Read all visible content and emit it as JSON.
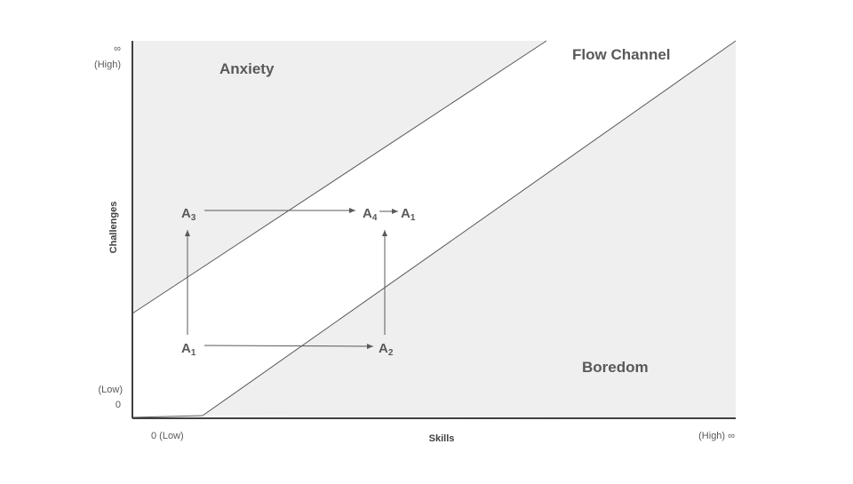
{
  "colors": {
    "region_fill": "#efefef",
    "line": "#595959",
    "text": "#595959",
    "background": "#ffffff"
  },
  "regions": {
    "anxiety": "Anxiety",
    "flow_channel": "Flow Channel",
    "boredom": "Boredom"
  },
  "axes": {
    "y": {
      "title": "Challenges",
      "high_symbol": "∞",
      "high_label": "(High)",
      "low_label": "(Low)",
      "low_value": "0"
    },
    "x": {
      "title": "Skills",
      "low_label": "0 (Low)",
      "high_label": "(High) ∞"
    }
  },
  "states": {
    "a1": {
      "base": "A",
      "sub": "1"
    },
    "a2": {
      "base": "A",
      "sub": "2"
    },
    "a3": {
      "base": "A",
      "sub": "3"
    },
    "a4": {
      "base": "A",
      "sub": "4"
    },
    "a1_return": {
      "base": "A",
      "sub": "1"
    }
  },
  "arrows": [
    {
      "from": "a1",
      "to": "a2"
    },
    {
      "from": "a1",
      "to": "a3"
    },
    {
      "from": "a2",
      "to": "a4"
    },
    {
      "from": "a3",
      "to": "a4"
    },
    {
      "from": "a4",
      "to": "a1_return"
    }
  ]
}
